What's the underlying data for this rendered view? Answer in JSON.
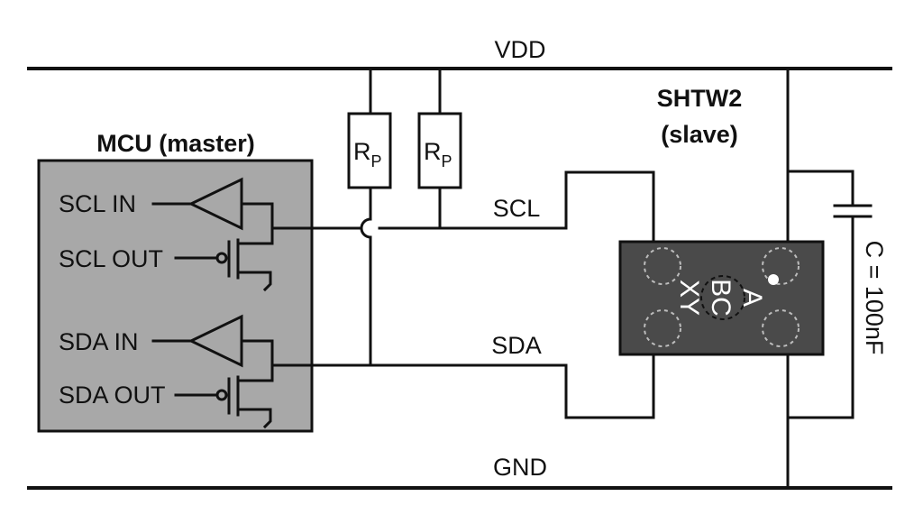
{
  "rails": {
    "vdd": "VDD",
    "gnd": "GND"
  },
  "mcu": {
    "title": "MCU (master)",
    "pins": {
      "scl_in": "SCL IN",
      "scl_out": "SCL OUT",
      "sda_in": "SDA IN",
      "sda_out": "SDA OUT"
    }
  },
  "resistors": [
    {
      "label": "R",
      "sub": "P"
    },
    {
      "label": "R",
      "sub": "P"
    }
  ],
  "signals": {
    "scl": "SCL",
    "sda": "SDA"
  },
  "sensor": {
    "title_line1": "SHTW2",
    "title_line2": "(slave)",
    "pads": [
      "A",
      "BC",
      "XY"
    ]
  },
  "capacitor": {
    "label": "C = 100nF"
  },
  "colors": {
    "mcu_fill": "#a8a8a8",
    "chip_fill": "#4a4a4a",
    "line": "#111111"
  }
}
